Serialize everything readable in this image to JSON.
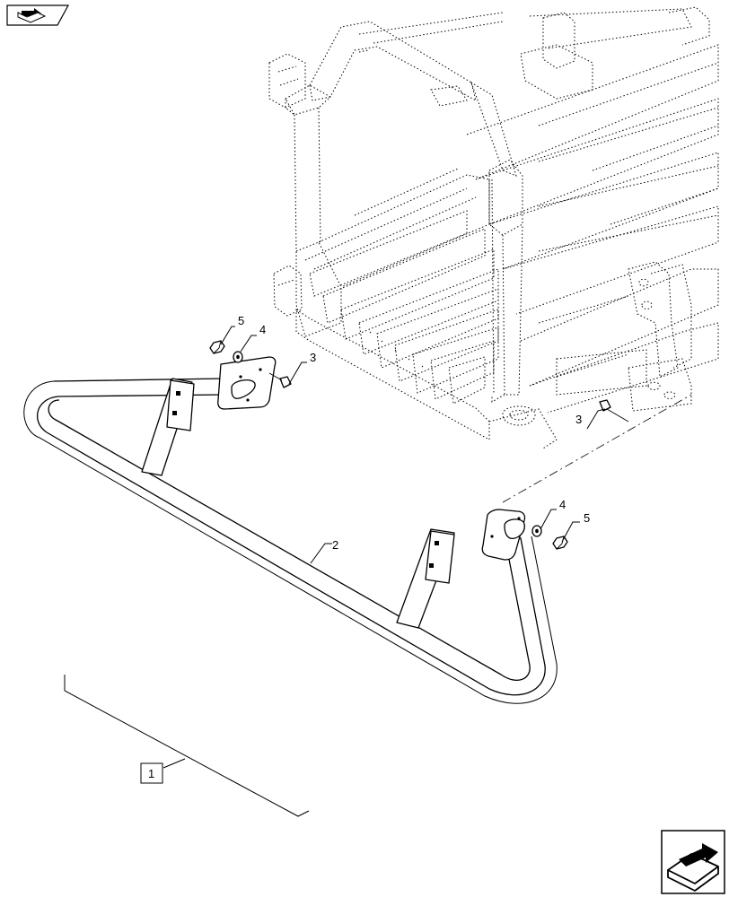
{
  "callouts": {
    "item_1": "1",
    "item_2": "2",
    "item_3_upper": "3",
    "item_3_lower": "3",
    "item_4_left": "4",
    "item_4_right": "4",
    "item_5_left": "5",
    "item_5_right": "5"
  },
  "icons": {
    "top_left": "previous-page-icon",
    "bottom_right": "next-page-icon"
  }
}
